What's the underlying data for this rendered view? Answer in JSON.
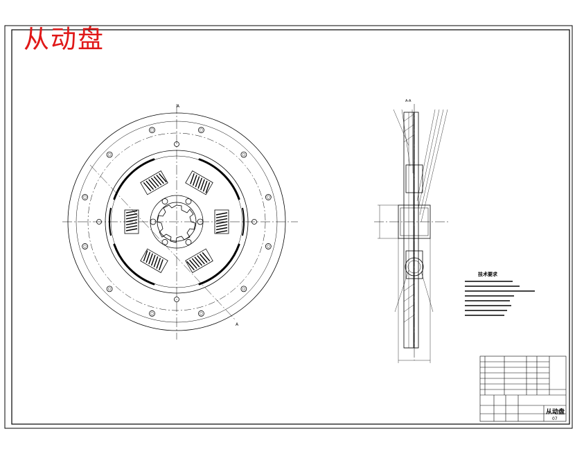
{
  "drawing": {
    "title": "从动盘",
    "tech_notes_heading": "技术要求",
    "title_block_name": "从动盘",
    "sheet_code": "07",
    "section_label": "A-A",
    "cut_label_top": "A",
    "cut_label_bottom": "A"
  },
  "colors": {
    "line": "#000000",
    "title": "#e01818"
  }
}
